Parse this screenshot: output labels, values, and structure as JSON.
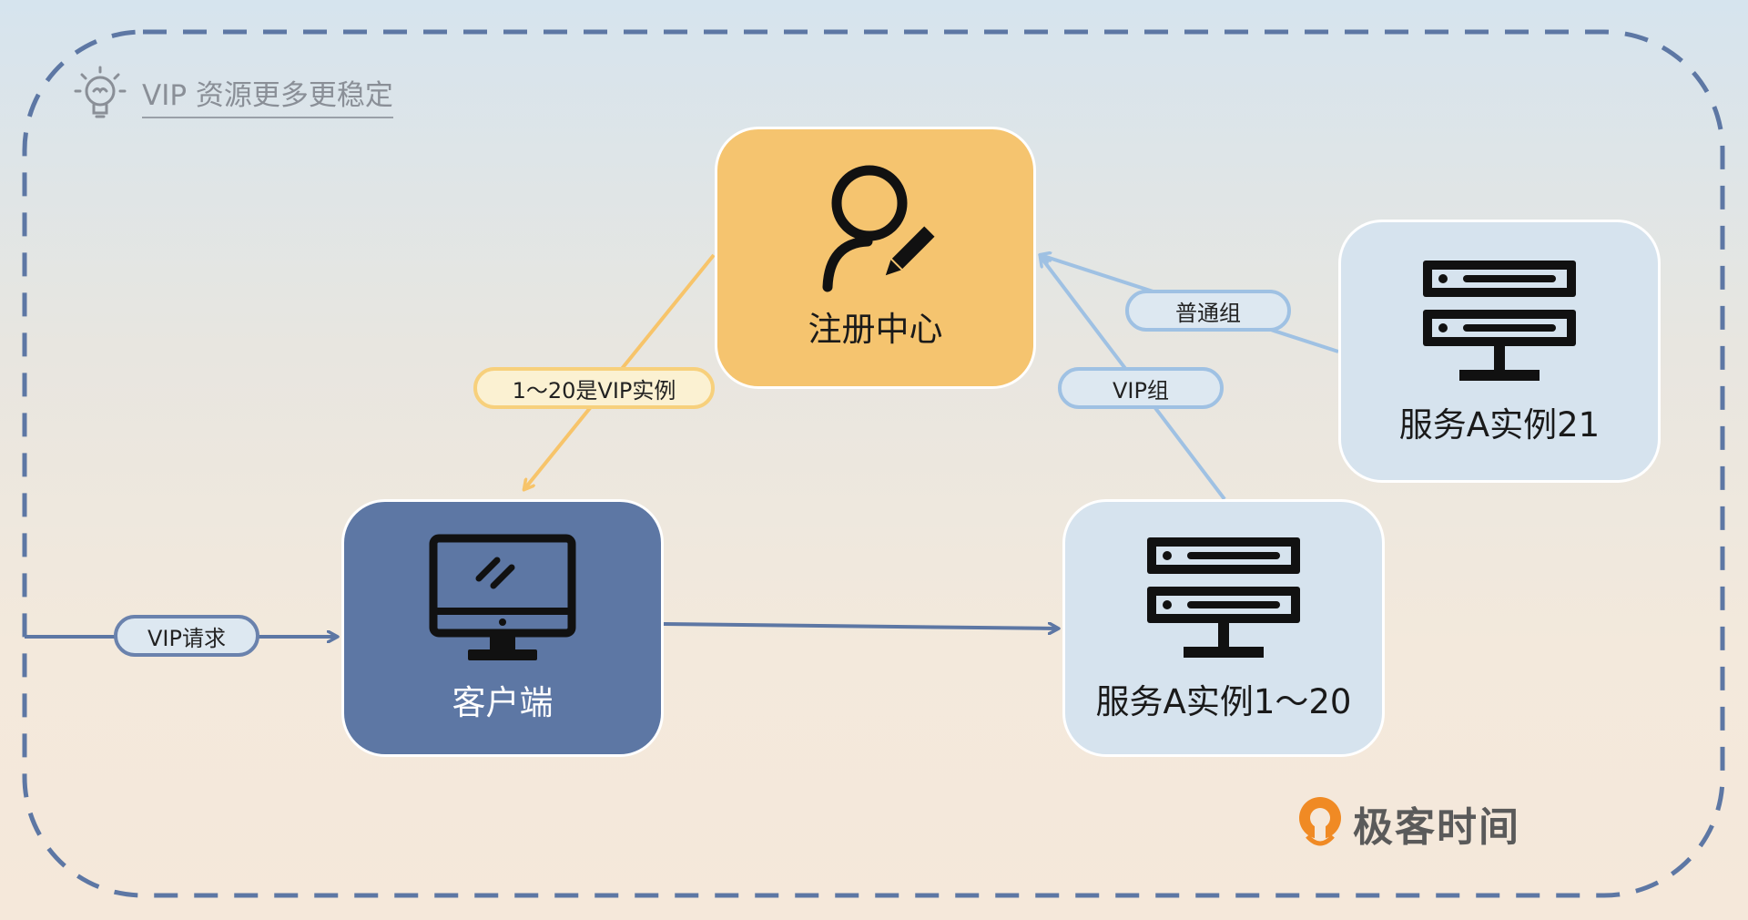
{
  "title": "VIP 资源更多更稳定",
  "nodes": {
    "registry": "注册中心",
    "client": "客户端",
    "service_main": "服务A实例1～20",
    "service_21": "服务A实例21"
  },
  "edge_labels": {
    "vip_range": "1～20是VIP实例",
    "vip_group": "VIP组",
    "normal_group": "普通组",
    "vip_request": "VIP请求"
  },
  "brand": {
    "name": "极客时间"
  },
  "icons": {
    "title": "lightbulb-icon",
    "registry": "user-edit-icon",
    "client": "monitor-icon",
    "service": "server-icon",
    "brand": "geektime-logo-icon"
  },
  "colors": {
    "registry_fill": "#f5c46f",
    "client_fill": "#5d77a4",
    "service_fill": "#d6e3ee",
    "registry_edge": "#f7c46a",
    "service_edge": "#9fc1e3",
    "client_edge": "#5d77a4",
    "frame_dash": "#5d77a4",
    "brand_orange": "#f08a24"
  }
}
